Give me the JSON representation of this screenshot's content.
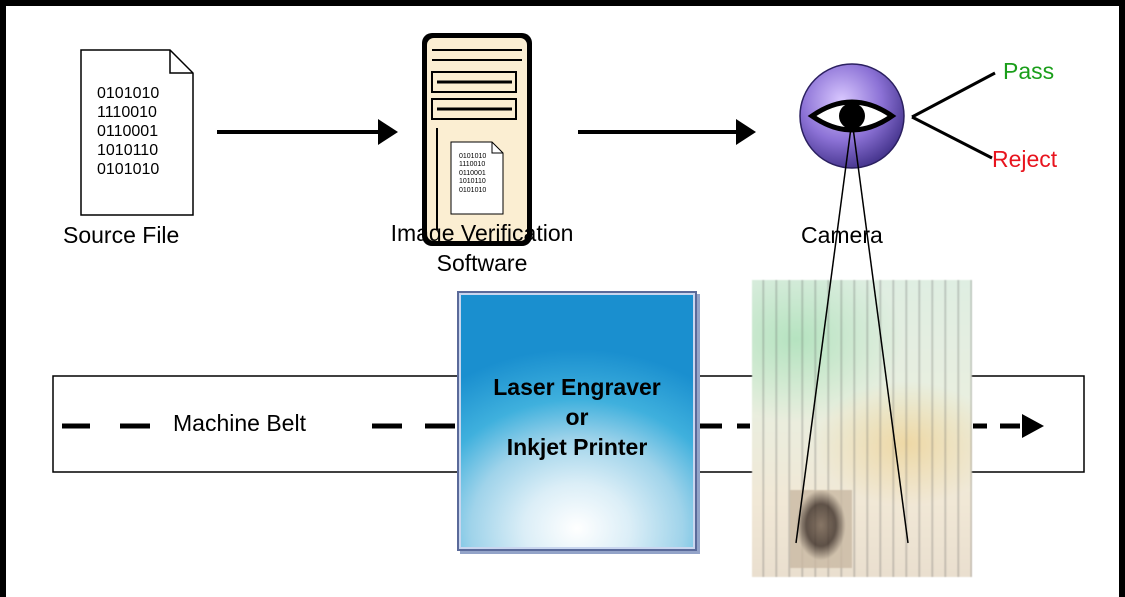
{
  "source": {
    "binary_lines": [
      "0101010",
      "1110010",
      "0110001",
      "1010110",
      "0101010"
    ],
    "label": "Source File"
  },
  "software": {
    "binary_lines": [
      "0101010",
      "1110010",
      "0110001",
      "1010110",
      "0101010"
    ],
    "label_line1": "Image Verification",
    "label_line2": "Software"
  },
  "camera": {
    "label": "Camera"
  },
  "outcomes": {
    "pass": "Pass",
    "reject": "Reject",
    "pass_color": "#1a9e1a",
    "reject_color": "#e8141e"
  },
  "belt": {
    "label": "Machine Belt"
  },
  "printer": {
    "line1": "Laser Engraver",
    "line2": "or",
    "line3": "Inkjet Printer"
  }
}
